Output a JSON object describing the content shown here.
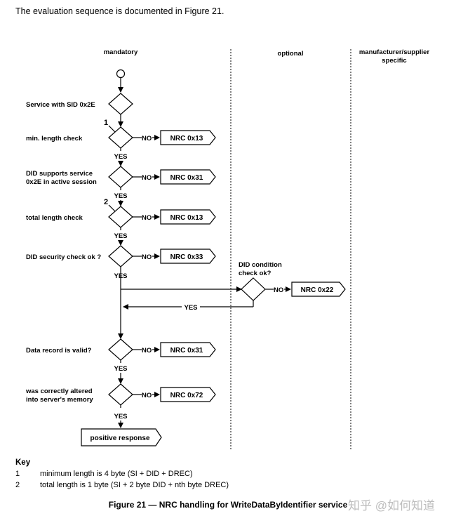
{
  "intro": "The evaluation sequence is documented in Figure 21.",
  "columns": {
    "mandatory": "mandatory",
    "optional": "optional",
    "manufacturer_line1": "manufacturer/supplier",
    "manufacturer_line2": "specific"
  },
  "steps": [
    {
      "label_lines": [
        "Service with SID 0x2E"
      ],
      "nrc": "",
      "marker": ""
    },
    {
      "label_lines": [
        "min. length check"
      ],
      "nrc": "NRC 0x13",
      "marker": "1"
    },
    {
      "label_lines": [
        "DID supports service",
        "0x2E in active session"
      ],
      "nrc": "NRC 0x31",
      "marker": ""
    },
    {
      "label_lines": [
        "total length check"
      ],
      "nrc": "NRC 0x13",
      "marker": "2"
    },
    {
      "label_lines": [
        "DID security check ok ?"
      ],
      "nrc": "NRC 0x33",
      "marker": ""
    },
    {
      "label_lines": [
        "Data record is valid?"
      ],
      "nrc": "NRC 0x31",
      "marker": ""
    },
    {
      "label_lines": [
        "was correctly altered",
        "into server's memory"
      ],
      "nrc": "NRC 0x72",
      "marker": ""
    }
  ],
  "optional_check": {
    "label_lines": [
      "DID  condition",
      "check ok?"
    ],
    "nrc": "NRC 0x22"
  },
  "yes_label": "YES",
  "no_label": "NO",
  "positive_response": "positive response",
  "key": {
    "title": "Key",
    "items": [
      {
        "num": "1",
        "text": "minimum length is 4 byte (SI + DID + DREC)"
      },
      {
        "num": "2",
        "text": "total length is 1 byte (SI + 2 byte DID + nth byte DREC)"
      }
    ]
  },
  "caption": "Figure 21 — NRC handling for WriteDataByIdentifier service",
  "watermark": "知乎 @如何知道"
}
